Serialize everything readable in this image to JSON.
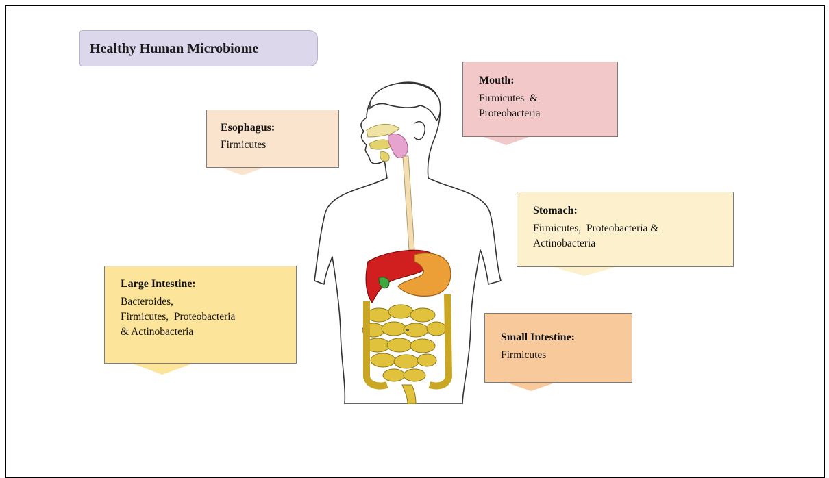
{
  "title": "Healthy Human Microbiome",
  "callouts": {
    "mouth": {
      "heading": "Mouth:",
      "lines": [
        "Firmicutes  &",
        "Proteobacteria"
      ],
      "color": "#f2c9c8"
    },
    "esophagus": {
      "heading": "Esophagus:",
      "lines": [
        "Firmicutes"
      ],
      "color": "#fbe4cd"
    },
    "stomach": {
      "heading": "Stomach:",
      "lines": [
        "Firmicutes,  Proteobacteria &",
        "Actinobacteria"
      ],
      "color": "#fdf0cd"
    },
    "large_intestine": {
      "heading": "Large Intestine:",
      "lines": [
        "Bacteroides,",
        "Firmicutes,  Proteobacteria",
        "& Actinobacteria"
      ],
      "color": "#fde49b"
    },
    "small_intestine": {
      "heading": "Small Intestine:",
      "lines": [
        "Firmicutes"
      ],
      "color": "#f8c99b"
    }
  }
}
